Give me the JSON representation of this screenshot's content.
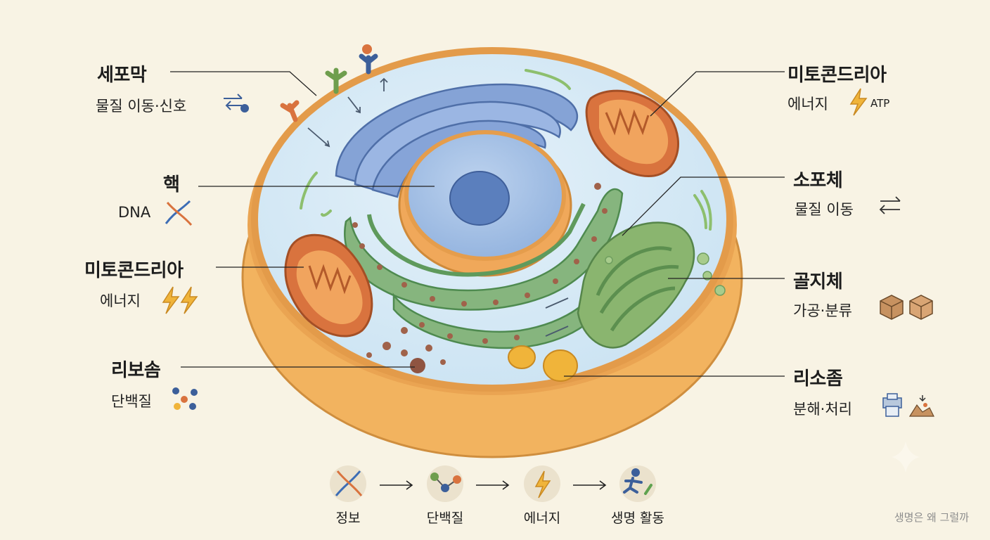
{
  "labels": {
    "membrane": {
      "title": "세포막",
      "desc": "물질 이동·신호"
    },
    "nucleus": {
      "title": "핵",
      "desc": "DNA"
    },
    "mito_left": {
      "title": "미토콘드리아",
      "desc": "에너지"
    },
    "ribosome": {
      "title": "리보솜",
      "desc": "단백질"
    },
    "mito_right": {
      "title": "미토콘드리아",
      "desc": "에너지",
      "extra": "ATP"
    },
    "vesicle": {
      "title": "소포체",
      "desc": "물질 이동"
    },
    "golgi": {
      "title": "골지체",
      "desc": "가공·분류"
    },
    "lysosome": {
      "title": "리소좀",
      "desc": "분해·처리"
    }
  },
  "flow": [
    "정보",
    "단백질",
    "에너지",
    "생명 활동"
  ],
  "watermark": "생명은 왜 그럴까",
  "colors": {
    "background": "#f8f3e4",
    "membrane": "#f2b35f",
    "cytoplasm": "#d6eaf6",
    "nucleus": "#a9c4e6",
    "nucleolus": "#5b7fbd",
    "rough_er": "#7fae77",
    "smooth_er": "#7d9bd1",
    "mitochondria": "#d9733e",
    "golgi": "#86b06b",
    "ribosome": "#a0624a",
    "lysosome": "#f0b43a"
  },
  "icons": [
    "exchange-icon",
    "dna-icon",
    "lightning-icon",
    "molecule-icon",
    "double-arrow-icon",
    "box-icon",
    "printer-icon",
    "debris-icon",
    "runner-icon"
  ]
}
